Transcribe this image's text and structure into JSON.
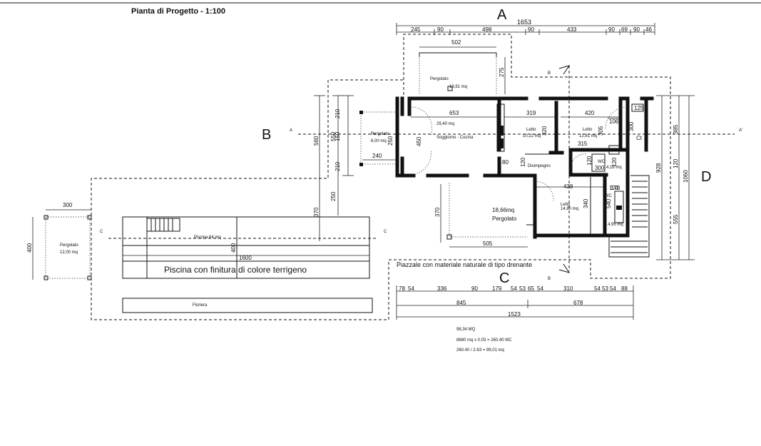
{
  "title": "Pianta di Progetto  - 1:100",
  "section_letters": {
    "a": "A",
    "b": "B",
    "c": "C",
    "d": "D"
  },
  "section_marks": {
    "a_left": "A",
    "a_right": "A'",
    "b_top": "B",
    "b_bottom": "B",
    "c_left": "C",
    "c_right": "C"
  },
  "top_dims": {
    "total": "1653",
    "parts": [
      "245",
      "90",
      "498",
      "90",
      "433",
      "90",
      "69",
      "90",
      "46"
    ]
  },
  "rooms": {
    "pergolato_top": {
      "name": "Pergolato",
      "area": "13,81 mq",
      "width": "502",
      "depth": "275"
    },
    "pergolato_left": {
      "name": "Pergolato",
      "area": "6,00 mq",
      "width": "240",
      "depth": "250"
    },
    "soggiorno": {
      "area": "29,40 mq",
      "name": "Soggiorno - Cucina",
      "width": "653",
      "depth": "450"
    },
    "letto1": {
      "name": "Letto",
      "area": "10,22 mq",
      "width": "319",
      "depth": "320"
    },
    "letto2": {
      "name": "Letto",
      "area": "12,81 mq",
      "width": "420",
      "depth": "305"
    },
    "disimpegno": {
      "name": "Disimpegno",
      "d1": "80",
      "d2": "120",
      "d3": "315"
    },
    "wc1": {
      "name": "WC",
      "area": "4,18 mq",
      "w": "300",
      "h": "120"
    },
    "wc2": {
      "name": "WC",
      "area": "4,95 mq",
      "h": "340",
      "w": "170"
    },
    "letto3": {
      "name": "Letto",
      "area": "14,80 mq",
      "width": "438"
    },
    "pergolato_bottom": {
      "area": "18,66mq",
      "name": "Pergolato",
      "width": "505",
      "depth": "370"
    },
    "pergolato_far": {
      "name": "Pergolato",
      "area": "12,00 mq",
      "width": "300",
      "depth": "400"
    },
    "ct": {
      "name": "Ct",
      "d1": "125",
      "d2": "106",
      "d3": "300"
    }
  },
  "pool": {
    "name": "Piscina 64 mq",
    "note": "Piscina con finitura di colore terrigeno",
    "length": "1600",
    "width": "400"
  },
  "fioriera": "Fioriera",
  "piazzale": "Piazzale con materiale naturale di tipo drenante",
  "left_dims": {
    "d1": "210",
    "d2": "150",
    "d3": "210",
    "h1": "560",
    "h2": "550",
    "v1": "370",
    "v2": "250"
  },
  "right_dims": {
    "d1": "385",
    "d2": "928",
    "d3": "1060",
    "d4": "120",
    "d5": "555",
    "d6": "120",
    "d7": "170",
    "d8": "540"
  },
  "bottom_dims": {
    "row1": [
      "78",
      "54",
      "336",
      "90",
      "179",
      "54",
      "53",
      "65",
      "54",
      "310",
      "54",
      "53",
      "54",
      "88"
    ],
    "row2": [
      "845",
      "678"
    ],
    "total": "1523"
  },
  "notes": [
    "98,34 MQ",
    "8680 mq x 0.03 = 260,40 MC",
    "260.40 / 2.63 = 99,01 mq"
  ]
}
